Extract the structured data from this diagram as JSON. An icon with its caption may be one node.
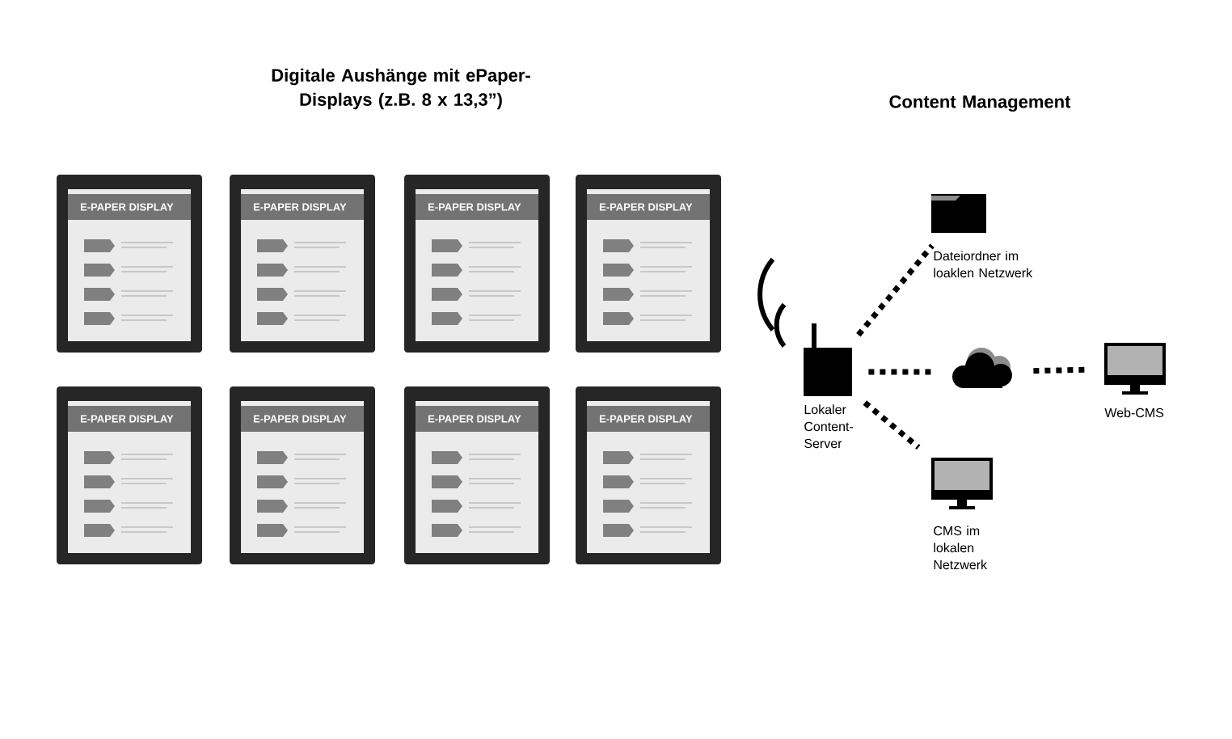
{
  "diagram": {
    "nodes": [
      {
        "text": [
          "E-PAPER DISPLAY"
        ]
      },
      {
        "text": [
          "E-PAPER DISPLAY"
        ]
      },
      {
        "text": [
          "E-PAPER DISPLAY"
        ]
      },
      {
        "text": [
          "E-PAPER DISPLAY"
        ]
      },
      {
        "text": [
          "E-PAPER DISPLAY"
        ]
      },
      {
        "text": [
          "E-PAPER DISPLAY"
        ]
      },
      {
        "text": [
          "E-PAPER DISPLAY"
        ]
      },
      {
        "text": [
          "E-PAPER DISPLAY"
        ]
      },
      {
        "text": [],
        "shape": "box",
        "beside": [
          "Lokaler Content-Server"
        ]
      },
      {
        "text": [],
        "shape": "folder",
        "beside": [
          "Dateiordner im loaklen Netzwerk"
        ]
      },
      {
        "text": [],
        "shape": "cloud"
      },
      {
        "text": [],
        "shape": "monitor",
        "beside": [
          "Web-CMS"
        ]
      },
      {
        "text": [],
        "shape": "monitor",
        "beside": [
          "CMS im lokalen Netzwerk"
        ]
      }
    ],
    "edges": [
      {
        "from": 8,
        "to": 9,
        "arrow": "none"
      },
      {
        "from": 8,
        "to": 10,
        "arrow": "none"
      },
      {
        "from": 10,
        "to": 11,
        "arrow": "none"
      },
      {
        "from": 8,
        "to": 12,
        "arrow": "none"
      }
    ],
    "labels": [
      "Digitale Aushänge mit ePaper-Displays (z.B. 8 x 13,3”)",
      "Content Management"
    ]
  }
}
